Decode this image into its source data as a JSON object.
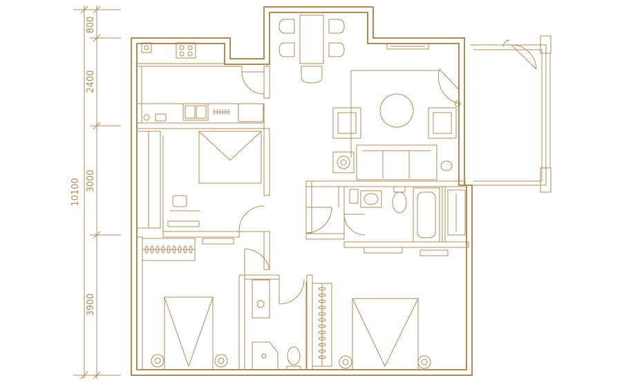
{
  "colors": {
    "line": "#b08a50",
    "background": "#ffffff"
  },
  "dimensions": {
    "total": "10100",
    "segments": [
      {
        "label": "800"
      },
      {
        "label": "2400"
      },
      {
        "label": "3000"
      },
      {
        "label": "3900"
      }
    ]
  }
}
